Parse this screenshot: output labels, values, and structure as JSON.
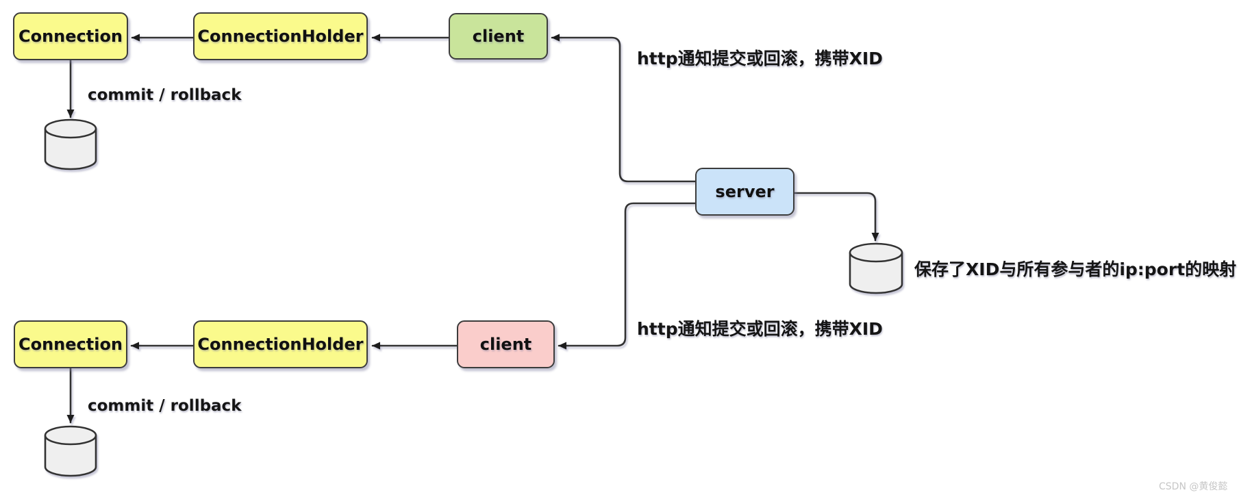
{
  "diagram": {
    "title_semantic": "distributed-transaction-xid-notify-diagram",
    "nodes": {
      "connection_top": {
        "label": "Connection",
        "color": "yellow"
      },
      "connection_holder_top": {
        "label": "ConnectionHolder",
        "color": "yellow"
      },
      "client_top": {
        "label": "client",
        "color": "green"
      },
      "server": {
        "label": "server",
        "color": "blue"
      },
      "connection_bottom": {
        "label": "Connection",
        "color": "yellow"
      },
      "connection_holder_bottom": {
        "label": "ConnectionHolder",
        "color": "yellow"
      },
      "client_bottom": {
        "label": "client",
        "color": "pink"
      },
      "database_top": {
        "icon": "database-icon"
      },
      "database_bottom": {
        "icon": "database-icon"
      },
      "database_server": {
        "icon": "database-icon"
      }
    },
    "edges": [
      {
        "from": "connection_holder_top",
        "to": "connection_top",
        "label": ""
      },
      {
        "from": "client_top",
        "to": "connection_holder_top",
        "label": ""
      },
      {
        "from": "connection_top",
        "to": "database_top",
        "label": "commit / rollback"
      },
      {
        "from": "server",
        "to": "client_top",
        "label": "http通知提交或回滚，携带XID"
      },
      {
        "from": "server",
        "to": "client_bottom",
        "label": "http通知提交或回滚，携带XID"
      },
      {
        "from": "server",
        "to": "database_server",
        "label": "保存了XID与所有参与者的ip:port的映射"
      },
      {
        "from": "connection_holder_bottom",
        "to": "connection_bottom",
        "label": ""
      },
      {
        "from": "client_bottom",
        "to": "connection_holder_bottom",
        "label": ""
      },
      {
        "from": "connection_bottom",
        "to": "database_bottom",
        "label": "commit / rollback"
      }
    ],
    "colors": {
      "node_yellow": "#fafa8c",
      "node_green": "#c9e49b",
      "node_pink": "#facdcb",
      "node_blue": "#cbe3f9",
      "database_fill": "#efefef",
      "line": "#333333",
      "background": "#ffffff",
      "watermark_gray": "#c6c6c6"
    }
  },
  "watermark": {
    "text": "CSDN @黄俊懿"
  }
}
